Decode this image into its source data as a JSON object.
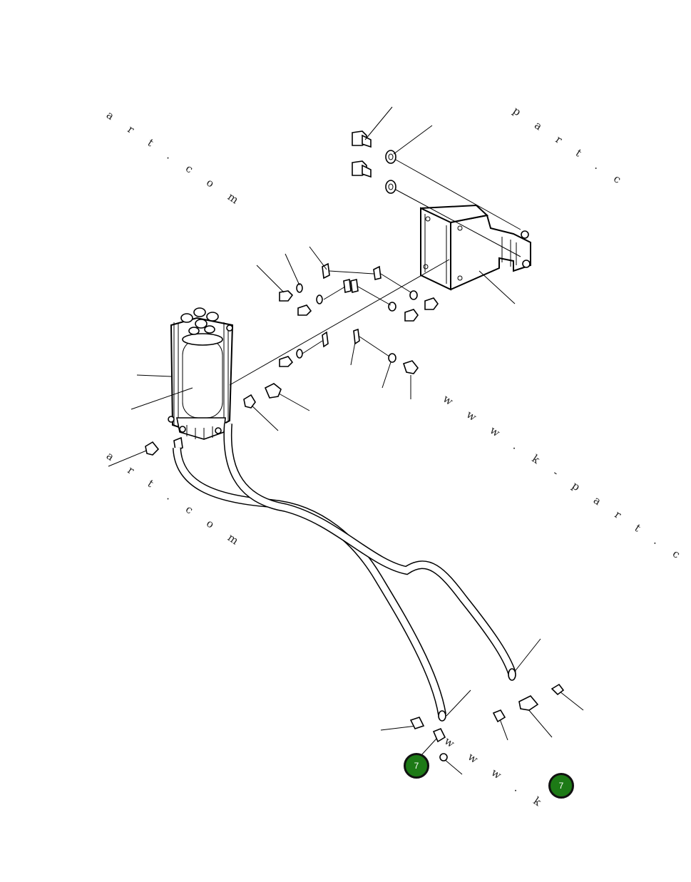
{
  "watermarks": [
    "a r t . c o m",
    "p a r t . c",
    "w w w . k - p a r t . c",
    "a r t . c o m",
    "w w w . k"
  ],
  "markers": [
    {
      "label": "7",
      "color": "#1d7a16"
    },
    {
      "label": "7",
      "color": "#1d7a16"
    }
  ]
}
